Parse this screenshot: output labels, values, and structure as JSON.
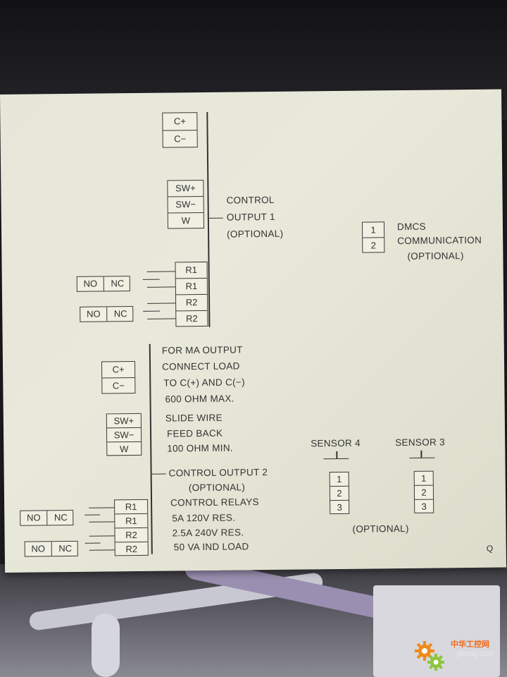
{
  "top_block": [
    "C+",
    "C−"
  ],
  "sw_block_1": [
    "SW+",
    "SW−",
    "W"
  ],
  "control_output_1": [
    "CONTROL",
    "OUTPUT 1",
    "(OPTIONAL)"
  ],
  "relay_block_1": [
    "R1",
    "R1",
    "R2",
    "R2"
  ],
  "no_nc_1": [
    [
      "NO",
      "NC"
    ],
    [
      "NO",
      "NC"
    ]
  ],
  "dmcs": {
    "terminals": [
      "1",
      "2"
    ],
    "lines": [
      "DMCS",
      "COMMUNICATION",
      "(OPTIONAL)"
    ]
  },
  "ma_block": [
    "C+",
    "C−"
  ],
  "ma_text": [
    "FOR MA OUTPUT",
    "CONNECT LOAD",
    "TO C(+) AND C(−)",
    "600 OHM MAX."
  ],
  "sw_block_2": [
    "SW+",
    "SW−",
    "W"
  ],
  "slide_text": [
    "SLIDE WIRE",
    "FEED BACK",
    "100 OHM MIN."
  ],
  "control_output_2": [
    "CONTROL OUTPUT 2",
    "(OPTIONAL)"
  ],
  "relay_block_2": [
    "R1",
    "R1",
    "R2",
    "R2"
  ],
  "no_nc_2": [
    [
      "NO",
      "NC"
    ],
    [
      "NO",
      "NC"
    ]
  ],
  "relay_text": [
    "CONTROL RELAYS",
    "5A 120V RES.",
    "2.5A 240V RES.",
    "50 VA IND LOAD"
  ],
  "sensor4": {
    "label": "SENSOR 4",
    "terminals": [
      "1",
      "2",
      "3"
    ]
  },
  "sensor3": {
    "label": "SENSOR 3",
    "terminals": [
      "1",
      "2",
      "3"
    ]
  },
  "sensors_optional": "(OPTIONAL)",
  "corner_mark": "Q",
  "watermark": {
    "line1": "中华工控网",
    "line2": "gkong.com"
  }
}
